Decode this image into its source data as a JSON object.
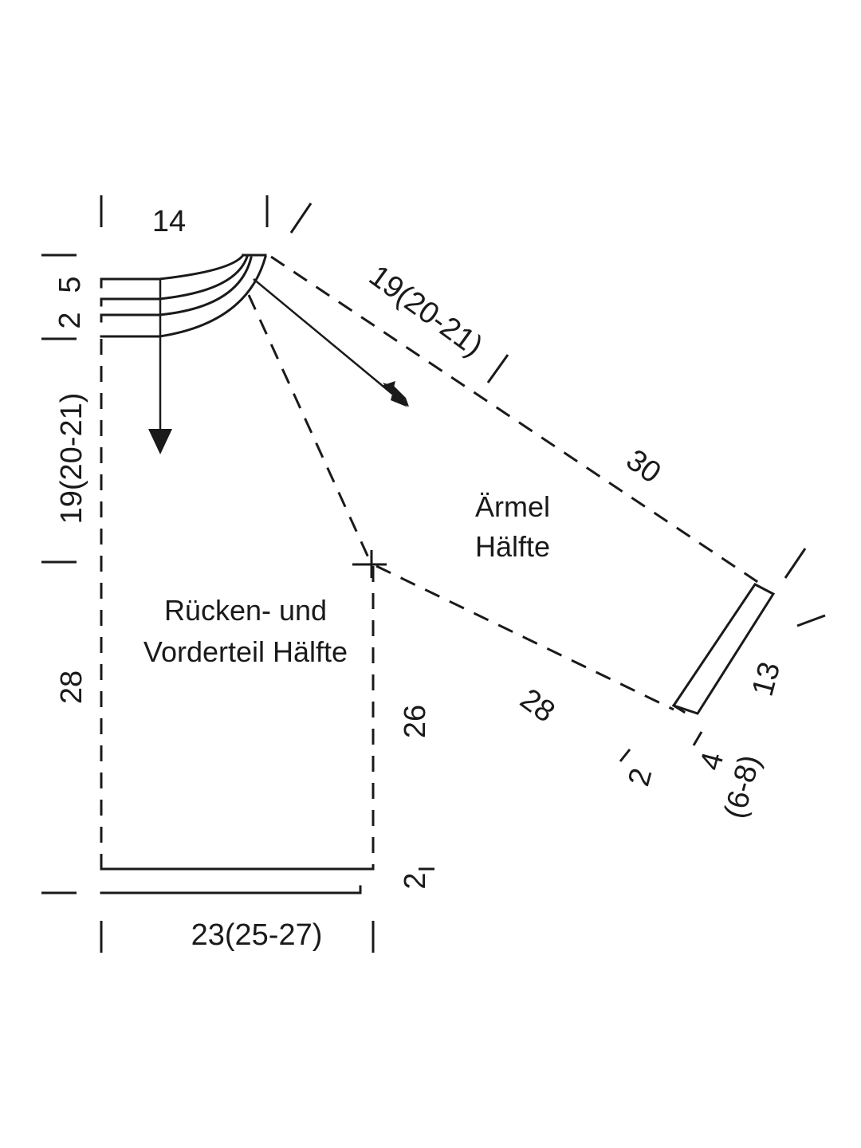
{
  "diagram": {
    "labels": {
      "body_piece": [
        "Rücken- und",
        "Vorderteil Hälfte"
      ],
      "sleeve_piece": [
        "Ärmel",
        "Hälfte"
      ]
    },
    "measurements": {
      "neck_width": "14",
      "neck_depth": "5",
      "neckband": "2",
      "armhole_height": "19(20-21)",
      "side_length": "28",
      "body_side_inner": "26",
      "hem_band": "2",
      "half_width": "23(25-27)",
      "sleeve_top_short": "19(20-21)",
      "sleeve_top_long": "30",
      "sleeve_bottom": "28",
      "cuff_width": "13",
      "cuff_band": "2",
      "cuff_length": "4",
      "cuff_length_alt": "(6-8)"
    }
  }
}
